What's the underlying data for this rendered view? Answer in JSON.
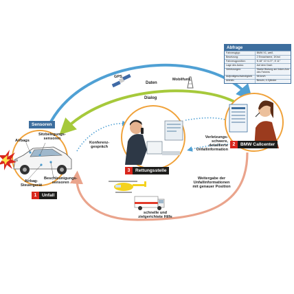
{
  "labels": {
    "sensoren": "Sensoren",
    "airbags": "Airbags",
    "sitzbelegung": "Sitzbelegungs-\nsensoren",
    "airbag_steuergeraet": "Airbag-\nSteuergerät",
    "beschleunigung": "Beschleunigungs-\nsensoren",
    "gps": "GPS",
    "mobilfunk": "Mobilfunk",
    "daten": "Daten",
    "dialog": "Dialog",
    "konferenz": "Konferenz-\ngespräch",
    "verletzung": "Verletzungs-\nschwere,\ndetaillierte\nUnfallinformation",
    "weitergabe": "Weitergabe der\nUnfallinformationen\nmit genauer Position",
    "hilfe": "schnelle und\nzielgerichtete Hilfe"
  },
  "badges": [
    {
      "num": "1",
      "text": "Unfall"
    },
    {
      "num": "2",
      "text": "BMW Callcenter"
    },
    {
      "num": "3",
      "text": "Rettungsstelle"
    }
  ],
  "abfrage": {
    "title": "Abfrage",
    "rows": [
      {
        "k": "Fahrzeugtyp:",
        "v": "BMW X1, weiß"
      },
      {
        "k": "Besetzung:",
        "v": "2 Erwachsene, 1Kind"
      },
      {
        "k": "Fahrzeugposition:",
        "v": "N 48° 10' 6.27\", E 11°"
      },
      {
        "k": "Lage des Autos:",
        "v": "Auf dem Dach"
      },
      {
        "k": "Verletzungen:",
        "v": "Starke Blutung am linken Arm des Fahrers"
      },
      {
        "k": "Aufprallgeschwindigkeit:",
        "v": "58 km/h"
      },
      {
        "k": "Antrieb:",
        "v": "Benzin, 4 Zylinder"
      }
    ]
  },
  "colors": {
    "blue_arrow": "#4fa0d4",
    "green_arrow": "#a6c93b",
    "orange_ring": "#f0a23a",
    "salmon_arrow": "#eaa48c",
    "badge_red": "#d9261c",
    "panel_blue": "#3d6e9e"
  }
}
